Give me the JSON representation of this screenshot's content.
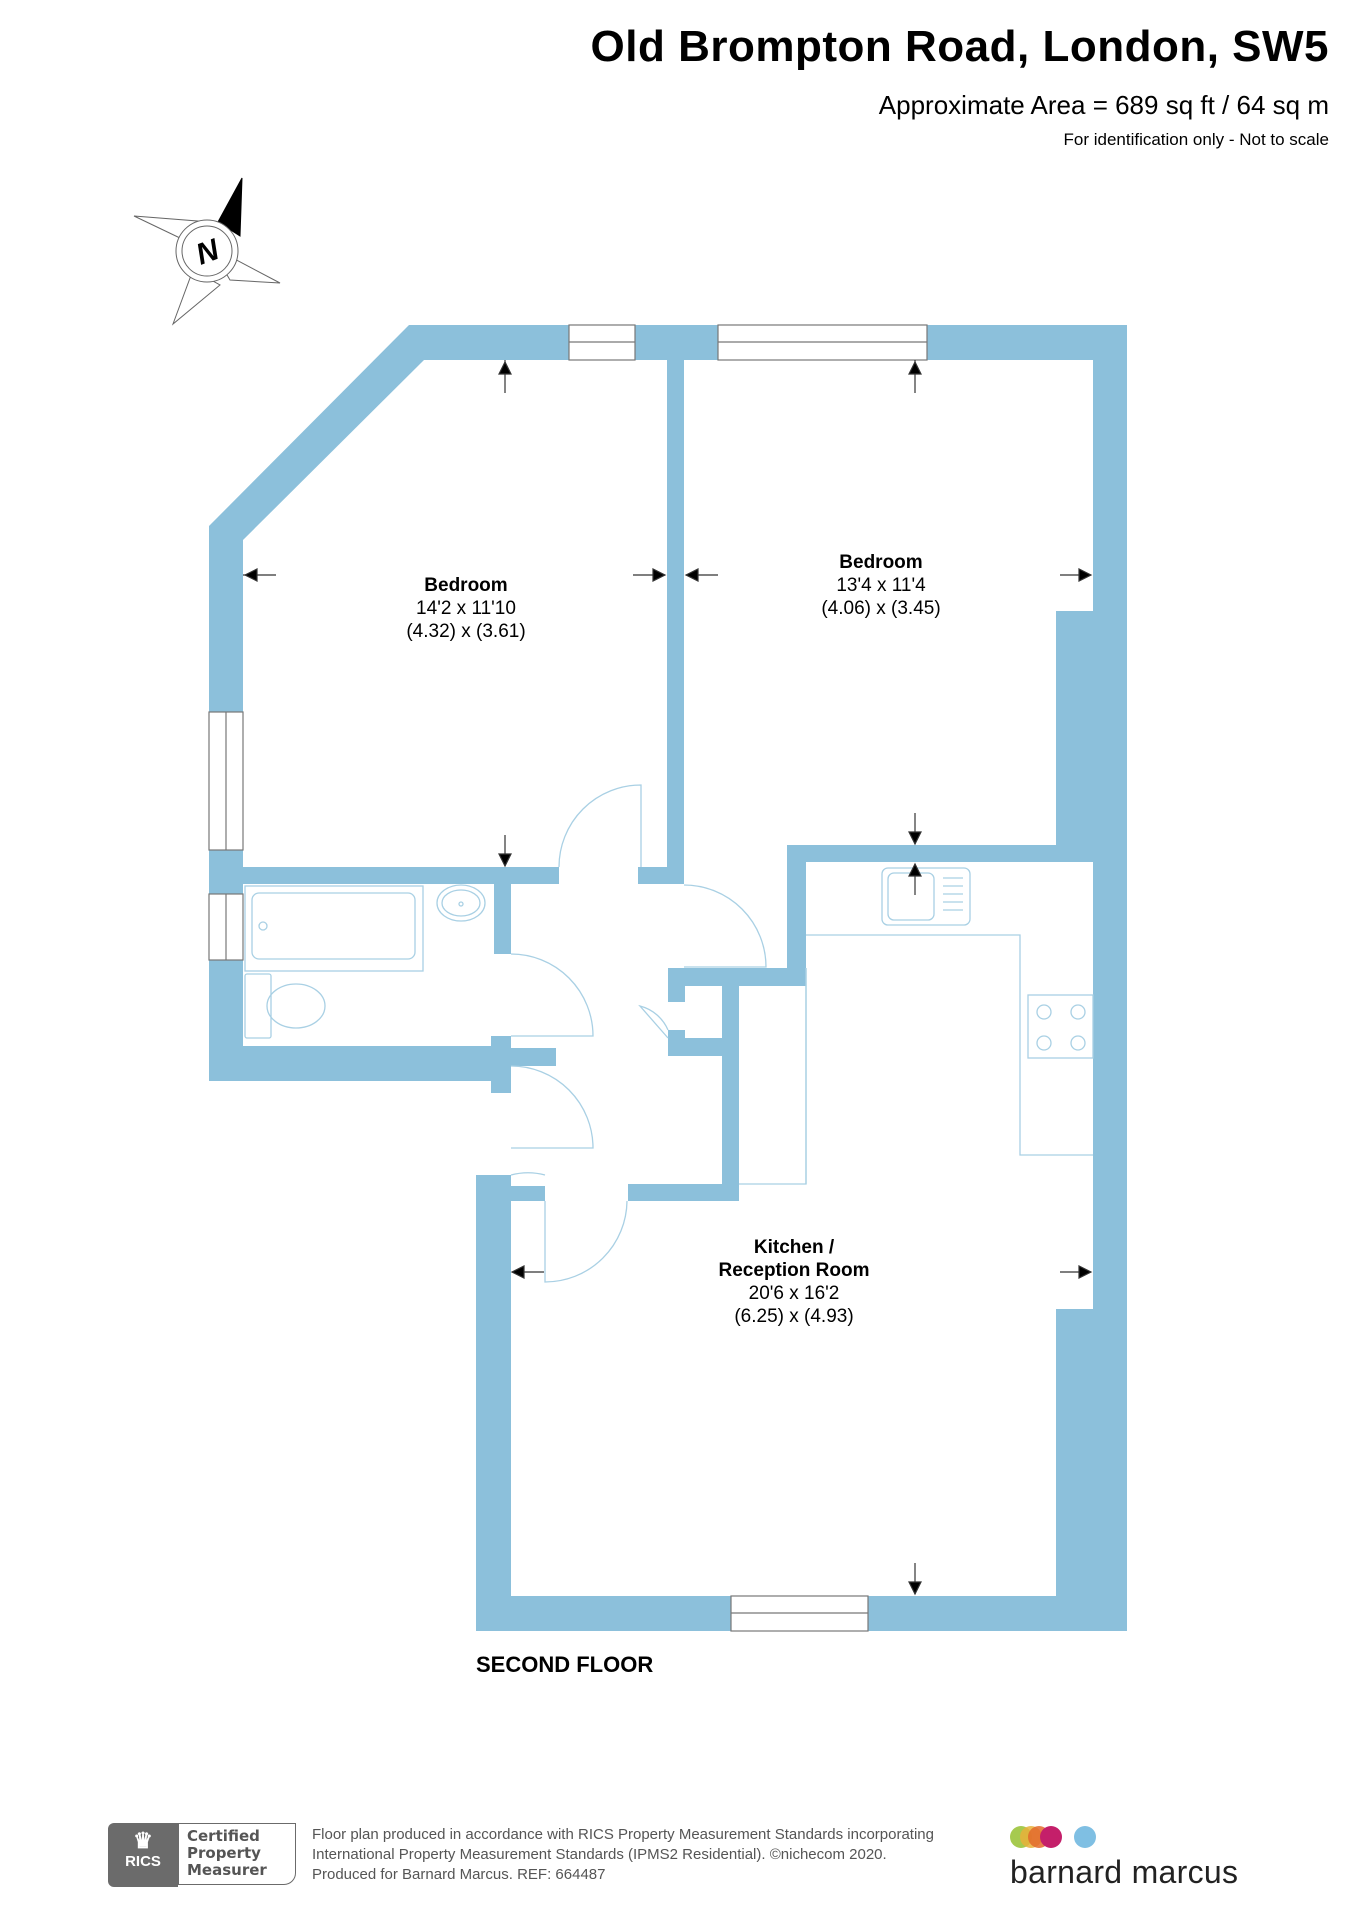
{
  "header": {
    "title": "Old Brompton Road, London, SW5",
    "area": "Approximate Area = 689 sq ft / 64 sq m",
    "note": "For identification only - Not to scale"
  },
  "compass": {
    "icon": "north-arrow-icon",
    "letter": "N"
  },
  "colors": {
    "wall": "#8cc0db",
    "fixture_line": "#a9d0e4",
    "text": "#000000"
  },
  "rooms": [
    {
      "name": "Bedroom",
      "imperial": "14'2 x 11'10",
      "metric": "(4.32) x (3.61)"
    },
    {
      "name": "Bedroom",
      "imperial": "13'4 x 11'4",
      "metric": "(4.06) x (3.45)"
    },
    {
      "name_line1": "Kitchen /",
      "name_line2": "Reception Room",
      "imperial": "20'6 x 16'2",
      "metric": "(6.25) x (4.93)"
    }
  ],
  "floor_label": "SECOND FLOOR",
  "footer": {
    "rics_label": "RICS",
    "badge_lines": [
      "Certified",
      "Property",
      "Measurer"
    ],
    "text_lines": [
      "Floor plan produced in accordance with RICS Property Measurement Standards incorporating",
      "International Property Measurement Standards (IPMS2 Residential).   ©nichecom 2020.",
      "Produced for Barnard Marcus.   REF:  664487"
    ],
    "brand": "barnard marcus",
    "brand_dot_colors": [
      "#9cc43c",
      "#e8b23a",
      "#e36a2b",
      "#c41f6a",
      "#7fbfe3"
    ]
  }
}
